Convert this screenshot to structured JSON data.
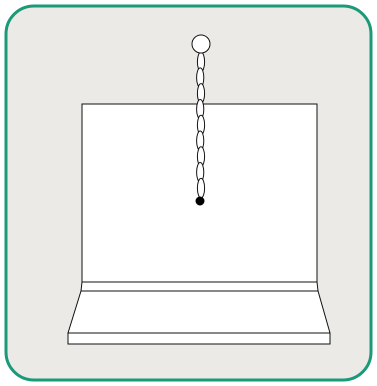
{
  "colors": {
    "border": "#1a9a78",
    "background": "#eceae7",
    "line": "#111111",
    "fill": "#ffffff",
    "weight": "#000000"
  },
  "diagram": {
    "components": [
      "rounded-border-frame",
      "box-back-panel",
      "box-base-tray",
      "hanging-chain",
      "top-ring",
      "bottom-weight"
    ],
    "chain": {
      "link_count": 9,
      "ring": "open-circle",
      "end": "filled-dot"
    }
  }
}
